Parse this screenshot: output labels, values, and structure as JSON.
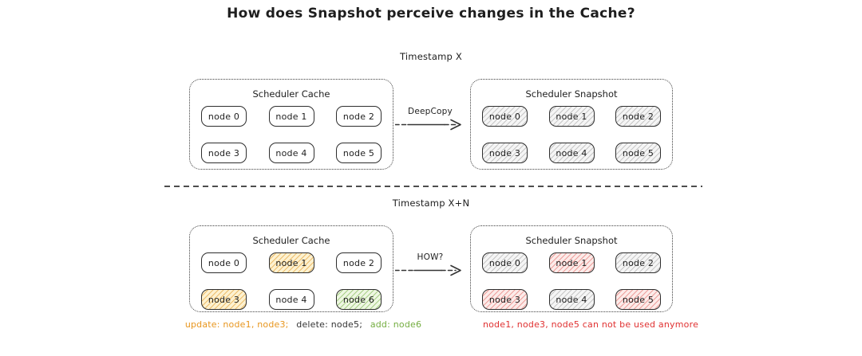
{
  "title": "How does Snapshot perceive changes in the Cache?",
  "colors": {
    "ink": "#1e1e1e",
    "update_orange": "#e8961e",
    "add_green": "#74ad40",
    "error_red": "#e03131",
    "snapshot_gray_fill": "#f5f5f5"
  },
  "sections": [
    {
      "timestamp": "Timestamp X",
      "arrow_label": "DeepCopy",
      "cache": {
        "label": "Scheduler Cache",
        "nodes": [
          {
            "label": "node 0",
            "css": "node fill-plain"
          },
          {
            "label": "node 1",
            "css": "node fill-plain"
          },
          {
            "label": "node 2",
            "css": "node fill-plain"
          },
          {
            "label": "node 3",
            "css": "node fill-plain"
          },
          {
            "label": "node 4",
            "css": "node fill-plain"
          },
          {
            "label": "node 5",
            "css": "node fill-plain"
          }
        ]
      },
      "snapshot": {
        "label": "Scheduler Snapshot",
        "nodes": [
          {
            "label": "node 0",
            "css": "node fill-gray"
          },
          {
            "label": "node 1",
            "css": "node fill-gray"
          },
          {
            "label": "node 2",
            "css": "node fill-gray"
          },
          {
            "label": "node 3",
            "css": "node fill-gray"
          },
          {
            "label": "node 4",
            "css": "node fill-gray"
          },
          {
            "label": "node 5",
            "css": "node fill-gray"
          }
        ]
      }
    },
    {
      "timestamp": "Timestamp X+N",
      "arrow_label": "HOW?",
      "cache": {
        "label": "Scheduler Cache",
        "nodes": [
          {
            "label": "node 0",
            "css": "node fill-plain"
          },
          {
            "label": "node 1",
            "css": "node fill-orange"
          },
          {
            "label": "node 2",
            "css": "node fill-plain"
          },
          {
            "label": "node 3",
            "css": "node fill-orange"
          },
          {
            "label": "node 4",
            "css": "node fill-plain"
          },
          {
            "label": "node 6",
            "css": "node fill-green"
          }
        ]
      },
      "snapshot": {
        "label": "Scheduler Snapshot",
        "nodes": [
          {
            "label": "node 0",
            "css": "node fill-gray"
          },
          {
            "label": "node 1",
            "css": "node fill-red"
          },
          {
            "label": "node 2",
            "css": "node fill-gray"
          },
          {
            "label": "node 3",
            "css": "node fill-red"
          },
          {
            "label": "node 4",
            "css": "node fill-gray"
          },
          {
            "label": "node 5",
            "css": "node fill-red"
          }
        ]
      },
      "cache_caption": {
        "update": "update: node1, node3;",
        "delete": "delete: node5;",
        "add": "add: node6"
      },
      "snapshot_caption": "node1, node3, node5 can not be used anymore"
    }
  ]
}
